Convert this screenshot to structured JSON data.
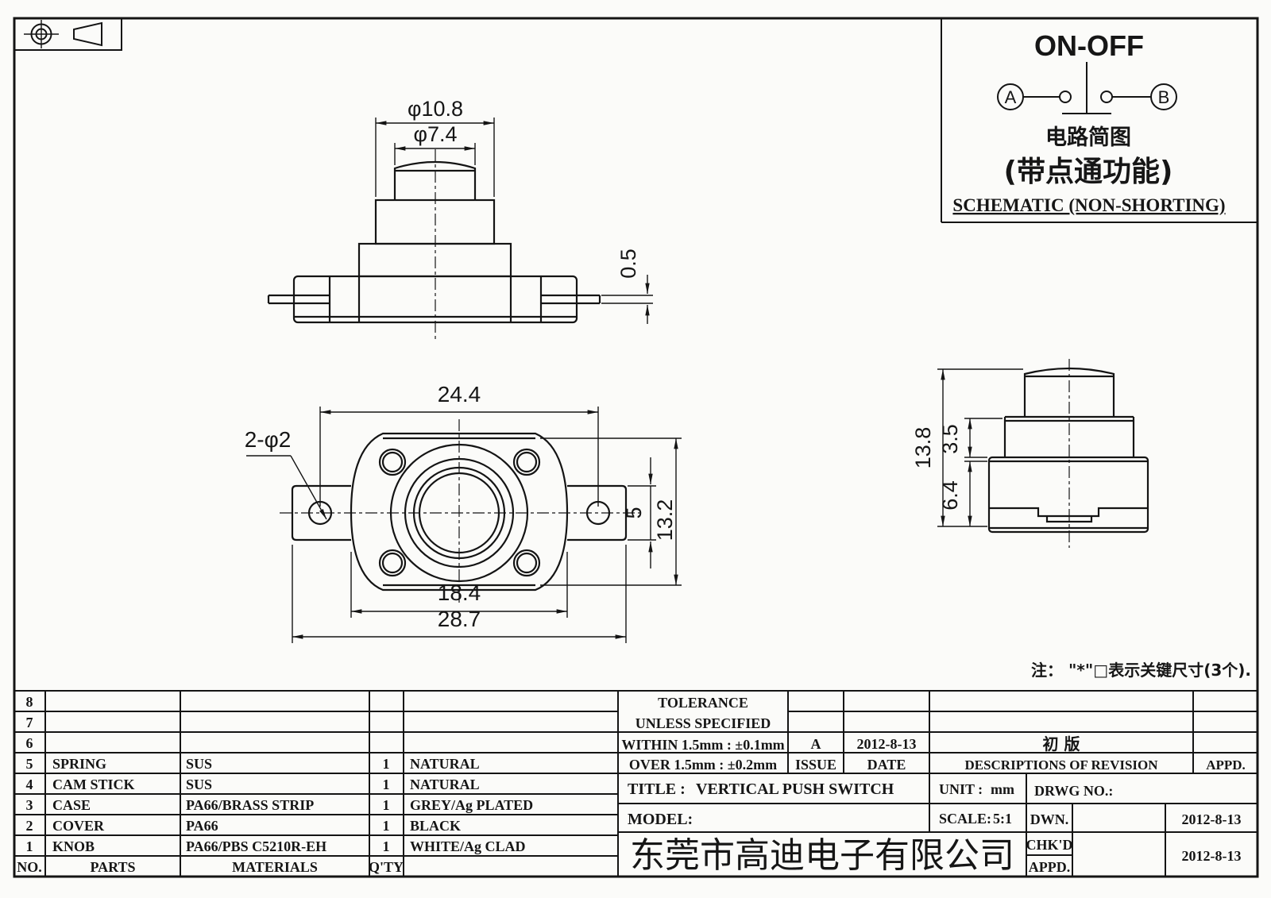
{
  "schematic": {
    "title": "ON-OFF",
    "terminal_a": "A",
    "terminal_b": "B",
    "caption_cn": "电路简图",
    "function_cn": "(带点通功能)",
    "caption_en": "SCHEMATIC (NON-SHORTING)"
  },
  "views": {
    "front": {
      "dia_outer": "φ10.8",
      "dia_cap": "φ7.4",
      "pin_offset": "0.5"
    },
    "top": {
      "hole_pitch": "24.4",
      "hole_callout": "2-φ2",
      "body_width": "18.4",
      "overall_width": "28.7",
      "tab_width": "5",
      "body_height": "13.2"
    },
    "side": {
      "total_height": "13.8",
      "collar_height": "3.5",
      "base_height": "6.4"
    }
  },
  "note": "注： \"*\"□表示关键尺寸(3个).",
  "parts_table": {
    "headers": {
      "no": "NO.",
      "parts": "PARTS",
      "materials": "MATERIALS",
      "qty": "Q'TY"
    },
    "rows": [
      {
        "no": "8",
        "part": "",
        "material": "",
        "qty": "",
        "color": ""
      },
      {
        "no": "7",
        "part": "",
        "material": "",
        "qty": "",
        "color": ""
      },
      {
        "no": "6",
        "part": "",
        "material": "",
        "qty": "",
        "color": ""
      },
      {
        "no": "5",
        "part": "SPRING",
        "material": "SUS",
        "qty": "1",
        "color": "NATURAL"
      },
      {
        "no": "4",
        "part": "CAM STICK",
        "material": "SUS",
        "qty": "1",
        "color": "NATURAL"
      },
      {
        "no": "3",
        "part": "CASE",
        "material": "PA66/BRASS STRIP",
        "qty": "1",
        "color": "GREY/Ag PLATED"
      },
      {
        "no": "2",
        "part": "COVER",
        "material": "PA66",
        "qty": "1",
        "color": "BLACK"
      },
      {
        "no": "1",
        "part": "KNOB",
        "material": "PA66/PBS C5210R-EH",
        "qty": "1",
        "color": "WHITE/Ag CLAD"
      }
    ]
  },
  "title_block": {
    "tolerance_title": "TOLERANCE",
    "tolerance_subtitle": "UNLESS  SPECIFIED",
    "tolerance_within": "WITHIN 1.5mm : ±0.1mm",
    "tolerance_over": "OVER 1.5mm : ±0.2mm",
    "issue_value": "A",
    "issue_label": "ISSUE",
    "date_value": "2012-8-13",
    "date_label": "DATE",
    "revision_description": "初 版",
    "revision_header": "DESCRIPTIONS OF REVISION",
    "revision_appd_header": "APPD.",
    "title_label": "TITLE :",
    "title_value": "VERTICAL PUSH SWITCH",
    "unit_label": "UNIT :",
    "unit_value": "mm",
    "drwg_label": "DRWG NO.:",
    "model_label": "MODEL:",
    "scale_label": "SCALE:",
    "scale_value": "5:1",
    "dwn_label": "DWN.",
    "dwn_date": "2012-8-13",
    "chkd_label": "CHK'D",
    "chkd_date": "2012-8-13",
    "appd_label": "APPD.",
    "company": "东莞市高迪电子有限公司"
  }
}
